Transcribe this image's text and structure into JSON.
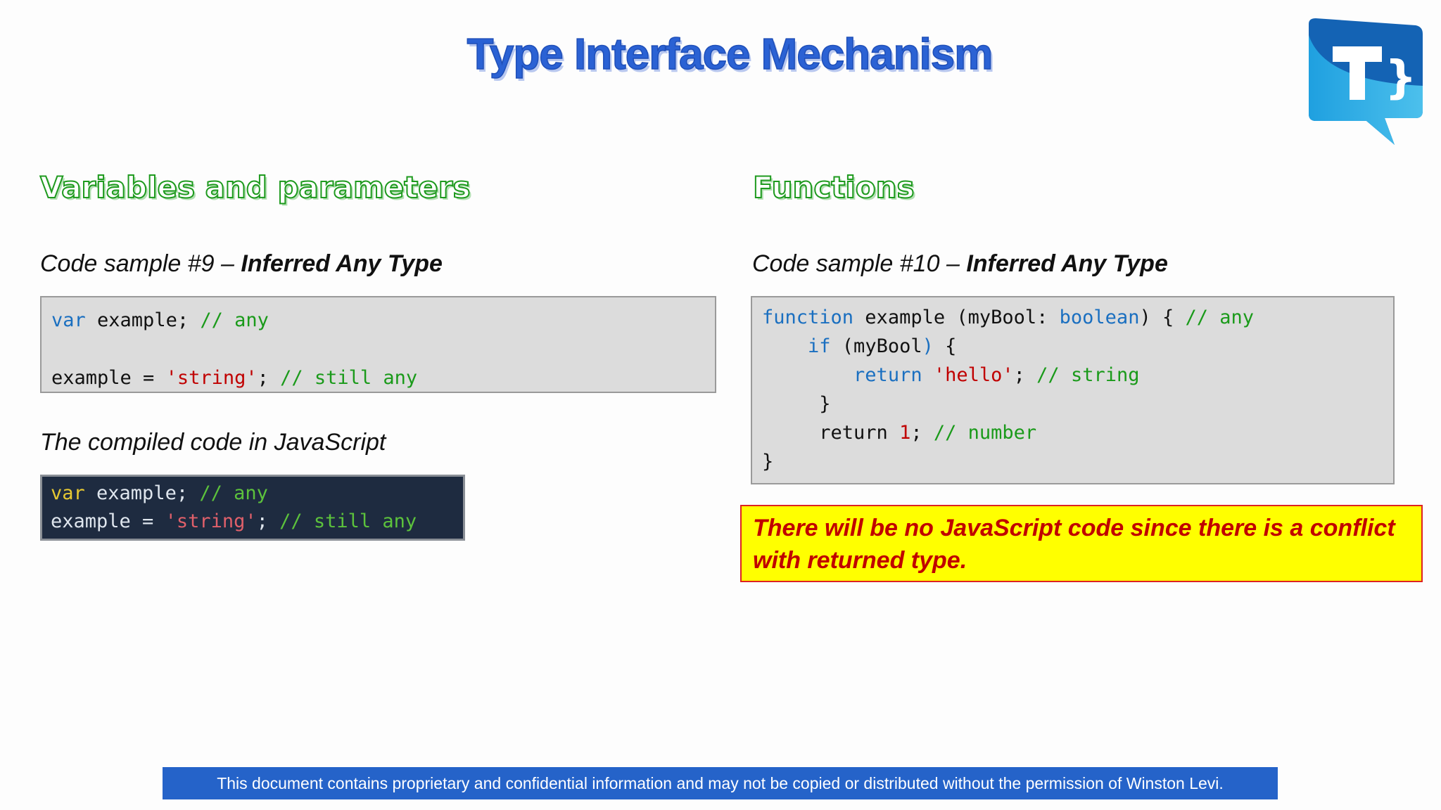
{
  "title": "Type Interface Mechanism",
  "logo": {
    "icon": "typescript-speech-bubble-logo",
    "colors": [
      "#1565b8",
      "#29a7e1",
      "#ffffff"
    ]
  },
  "left": {
    "section_title": "Variables and parameters",
    "sample_prefix": "Code sample #9 – ",
    "sample_emphasis": "Inferred Any Type",
    "code_lines": [
      [
        {
          "t": "var",
          "k": "kw"
        },
        {
          "t": " example; ",
          "k": "pl"
        },
        {
          "t": "// any",
          "k": "cm"
        }
      ],
      [],
      [
        {
          "t": "example = ",
          "k": "pl"
        },
        {
          "t": "'string'",
          "k": "st"
        },
        {
          "t": "; ",
          "k": "pl"
        },
        {
          "t": "// still any",
          "k": "cm"
        }
      ]
    ],
    "compiled_label": "The compiled code in JavaScript",
    "compiled_lines": [
      [
        {
          "t": "var",
          "k": "kw"
        },
        {
          "t": " example; ",
          "k": "pl"
        },
        {
          "t": "// any",
          "k": "cm"
        }
      ],
      [
        {
          "t": "example = ",
          "k": "pl"
        },
        {
          "t": "'string'",
          "k": "st"
        },
        {
          "t": "; ",
          "k": "pl"
        },
        {
          "t": "// still any",
          "k": "cm"
        }
      ]
    ]
  },
  "right": {
    "section_title": "Functions",
    "sample_prefix": "Code sample #10 – ",
    "sample_emphasis": "Inferred Any Type",
    "code_lines": [
      [
        {
          "t": "function",
          "k": "kw"
        },
        {
          "t": " example (myBool: ",
          "k": "pl"
        },
        {
          "t": "boolean",
          "k": "kw"
        },
        {
          "t": ") { ",
          "k": "pl"
        },
        {
          "t": "// any",
          "k": "cm"
        }
      ],
      [
        {
          "t": "    ",
          "k": "pl"
        },
        {
          "t": "if",
          "k": "kw"
        },
        {
          "t": " (myBool",
          "k": "pl"
        },
        {
          "t": ")",
          "k": "kw"
        },
        {
          "t": " {",
          "k": "pl"
        }
      ],
      [
        {
          "t": "        ",
          "k": "pl"
        },
        {
          "t": "return",
          "k": "kw"
        },
        {
          "t": " ",
          "k": "pl"
        },
        {
          "t": "'hello'",
          "k": "st"
        },
        {
          "t": "; ",
          "k": "pl"
        },
        {
          "t": "// string",
          "k": "cm"
        }
      ],
      [
        {
          "t": "     }",
          "k": "pl"
        }
      ],
      [
        {
          "t": "     return ",
          "k": "pl"
        },
        {
          "t": "1",
          "k": "st"
        },
        {
          "t": "; ",
          "k": "pl"
        },
        {
          "t": "// number",
          "k": "cm"
        }
      ],
      [
        {
          "t": "}",
          "k": "pl"
        }
      ]
    ],
    "note": "There will be no JavaScript code since there is a conflict with returned type."
  },
  "footer": "This document contains proprietary and confidential information and may not be copied or distributed without the permission of Winston Levi.",
  "colors": {
    "light": {
      "kw": "#1a6fc0",
      "pl": "#111111",
      "st": "#c00000",
      "cm": "#1a9a1a"
    },
    "dark": {
      "kw": "#e6c832",
      "pl": "#dfe6ee",
      "st": "#e0606a",
      "cm": "#5cc23c"
    }
  }
}
